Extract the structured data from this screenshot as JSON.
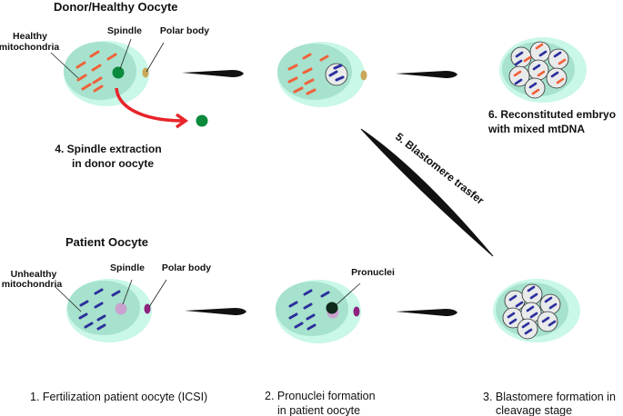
{
  "headings": {
    "donor": "Donor/Healthy Oocyte",
    "patient": "Patient Oocyte"
  },
  "labels": {
    "donor_mito": [
      "Healthy",
      "mitochondria"
    ],
    "donor_spindle": "Spindle",
    "donor_polar": "Polar body",
    "patient_mito": [
      "Unhealthy",
      "mitochondria"
    ],
    "patient_spindle": "Spindle",
    "patient_polar": "Polar body",
    "pronuclei": "Pronuclei"
  },
  "steps": {
    "s1": [
      "1. Fertilization patient oocyte (ICSI)"
    ],
    "s2": [
      "2. Pronuclei formation",
      "in patient oocyte"
    ],
    "s3": [
      "3. Blastomere formation in",
      "cleavage stage"
    ],
    "s4": [
      "4. Spindle extraction",
      "in donor oocyte"
    ],
    "s5": "5. Blastomere trasfer",
    "s6": [
      "6. Reconstituted embryo",
      "with mixed mtDNA"
    ]
  },
  "colors": {
    "zona": "#c9f7e8",
    "cytoplasm": "#a6e2cd",
    "healthy_mito": "#f0623a",
    "unhealthy_mito": "#2c2f9c",
    "donor_spindle": "#0a8a3c",
    "donor_polar": "#c9a85a",
    "patient_spindle": "#c9a2cf",
    "patient_polar": "#8e2380",
    "pronucleus": "#0d2a1b",
    "arrow_red": "#e8242a",
    "blastomere": "#e9ebeb"
  }
}
